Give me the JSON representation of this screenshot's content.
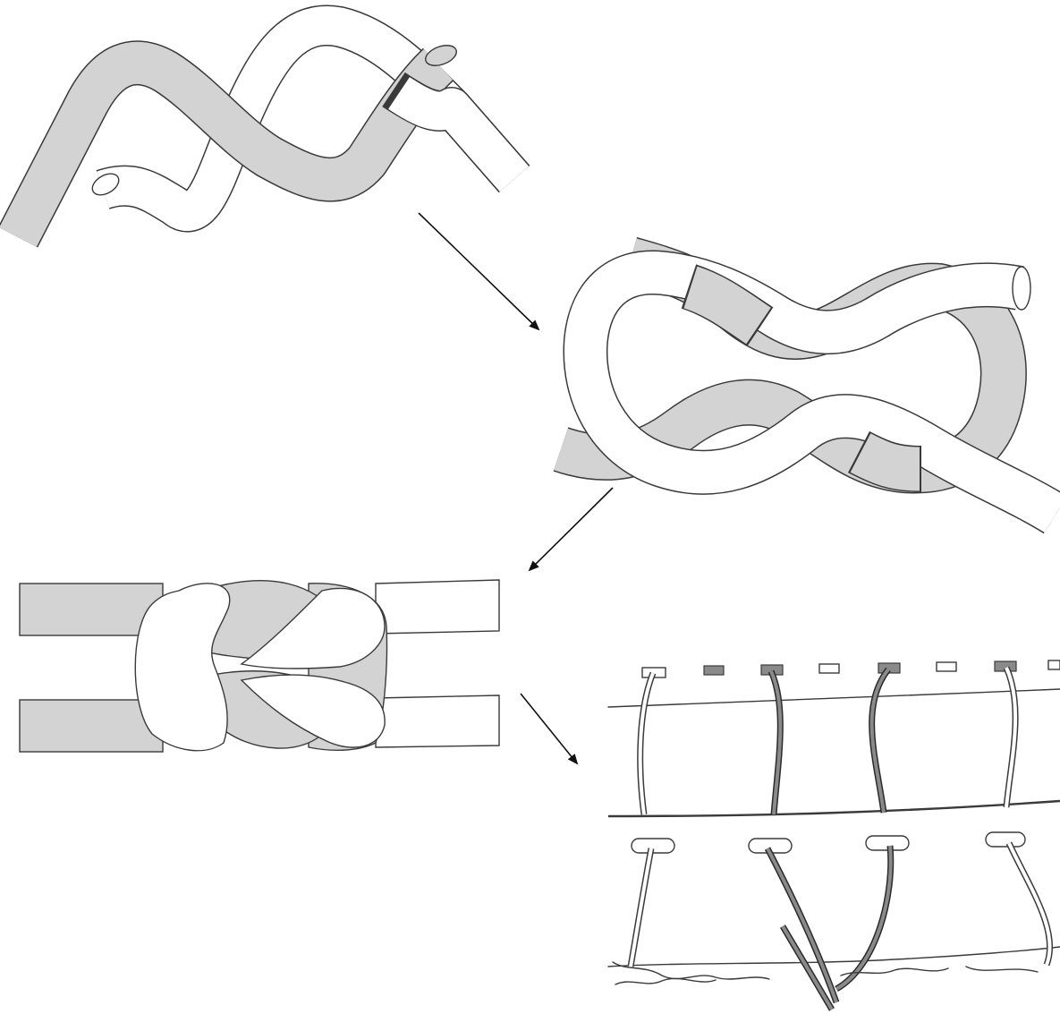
{
  "figure": {
    "panels": [
      {
        "id": "step-1",
        "stage": "crossed-strands"
      },
      {
        "id": "step-2",
        "stage": "loosely-formed-knot"
      },
      {
        "id": "step-3",
        "stage": "tightened-knot"
      },
      {
        "id": "step-4",
        "stage": "sutured-tissue"
      }
    ],
    "colors": {
      "rope_gray": "#d3d3d3",
      "rope_white": "#ffffff",
      "outline": "#3a3a3a",
      "arrow": "#111111"
    }
  }
}
